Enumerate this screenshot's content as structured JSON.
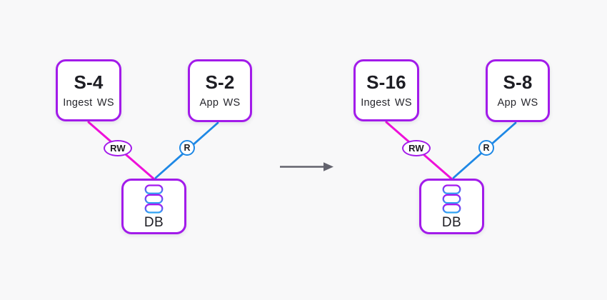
{
  "colors": {
    "node_border": "#a21bea",
    "write_edge": "#ee10d9",
    "read_edge": "#1e88e5",
    "arrow": "#63636e",
    "text": "#1d1d23",
    "bg": "#f8f8f9"
  },
  "diagrams": [
    {
      "ingest_node": {
        "title": "S-4",
        "subtitle": "Ingest WS"
      },
      "app_node": {
        "title": "S-2",
        "subtitle": "App WS"
      },
      "db_node": {
        "label": "DB",
        "icon": "database-icon"
      },
      "write_edge_label": "RW",
      "read_edge_label": "R"
    },
    {
      "ingest_node": {
        "title": "S-16",
        "subtitle": "Ingest WS"
      },
      "app_node": {
        "title": "S-8",
        "subtitle": "App WS"
      },
      "db_node": {
        "label": "DB",
        "icon": "database-icon"
      },
      "write_edge_label": "RW",
      "read_edge_label": "R"
    }
  ],
  "transition": {
    "icon": "right-arrow-icon"
  }
}
